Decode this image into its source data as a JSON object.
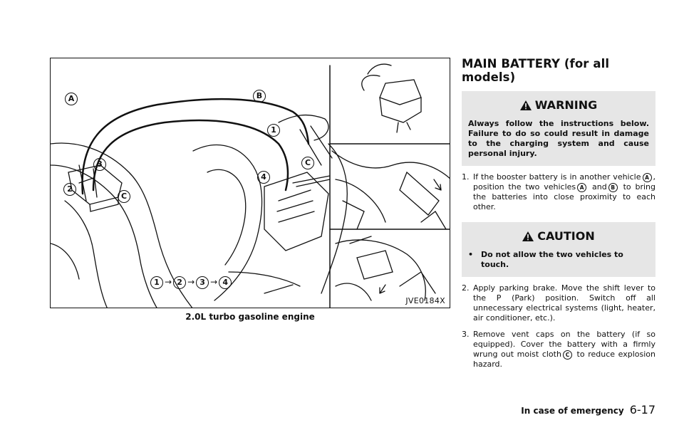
{
  "figure": {
    "code": "JVE0184X",
    "caption": "2.0L turbo gasoline engine",
    "labels": {
      "a": "A",
      "b": "B",
      "c": "C"
    },
    "sequence": [
      "1",
      "2",
      "3",
      "4"
    ]
  },
  "section_title": "MAIN BATTERY (for all models)",
  "warning": {
    "heading": "WARNING",
    "text": "Always follow the instructions below. Failure to do so could result in damage to the charging system and cause personal injury."
  },
  "steps": [
    {
      "num": "1.",
      "p1": "If the booster battery is in another vehicle",
      "ref1": "A",
      "p2": ", position the two vehicles",
      "ref2": "A",
      "p3": " and",
      "ref3": "B",
      "p4": " to bring the batteries into close proximity to each other."
    },
    {
      "num": "2.",
      "text": "Apply parking brake. Move the shift lever to the P (Park) position. Switch off all unnecessary electrical systems (light, heater, air conditioner, etc.)."
    },
    {
      "num": "3.",
      "p1": "Remove vent caps on the battery (if so equipped). Cover the battery with a firmly wrung out moist cloth",
      "ref1": "C",
      "p2": " to reduce explosion hazard."
    }
  ],
  "caution": {
    "heading": "CAUTION",
    "bullet": "•",
    "item": "Do not allow the two vehicles to touch."
  },
  "footer": {
    "section": "In case of emergency",
    "page": "6-17"
  }
}
